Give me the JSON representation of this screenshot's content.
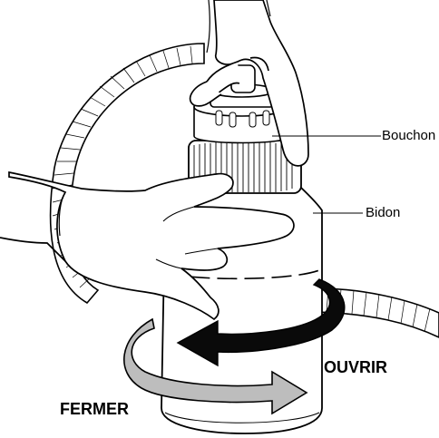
{
  "labels": {
    "cap": "Bouchon",
    "container": "Bidon"
  },
  "actions": {
    "open": "OUVRIR",
    "close": "FERMER"
  },
  "colors": {
    "line": "#000000",
    "open_arrow": "#000000",
    "close_arrow": "#bdbdbd",
    "background": "#ffffff"
  }
}
